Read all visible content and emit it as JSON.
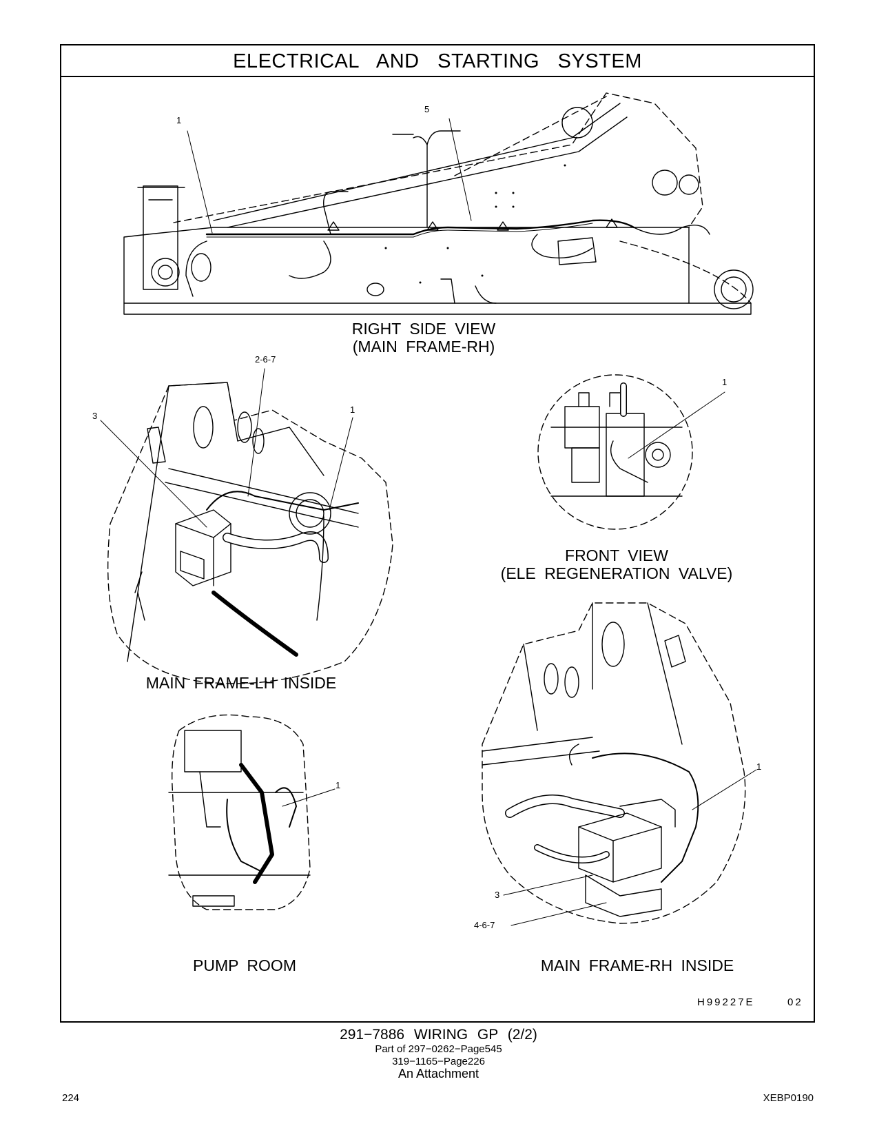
{
  "header": {
    "title": "ELECTRICAL AND STARTING SYSTEM"
  },
  "views": [
    {
      "id": "right-side",
      "caption_lines": [
        "RIGHT SIDE VIEW",
        "(MAIN FRAME-RH)"
      ],
      "callouts": [
        "1",
        "5"
      ]
    },
    {
      "id": "main-frame-lh-inside",
      "caption_lines": [
        "MAIN FRAME-LH INSIDE"
      ],
      "callouts": [
        "2-6-7",
        "3",
        "1"
      ]
    },
    {
      "id": "front-view",
      "caption_lines": [
        "FRONT VIEW",
        "(ELE REGENERATION VALVE)"
      ],
      "callouts": [
        "1"
      ]
    },
    {
      "id": "pump-room",
      "caption_lines": [
        "PUMP ROOM"
      ],
      "callouts": [
        "1"
      ]
    },
    {
      "id": "main-frame-rh-inside",
      "caption_lines": [
        "MAIN FRAME-RH INSIDE"
      ],
      "callouts": [
        "1",
        "3",
        "4-6-7"
      ]
    }
  ],
  "drawing_code": {
    "code": "H99227E",
    "rev": "02"
  },
  "footer": {
    "part": "291−7886 WIRING GP (2/2)",
    "line1": "Part of 297−0262−Page545",
    "line2": "319−1165−Page226",
    "line3": "An Attachment"
  },
  "page": {
    "number": "224",
    "doc_id": "XEBP0190"
  }
}
